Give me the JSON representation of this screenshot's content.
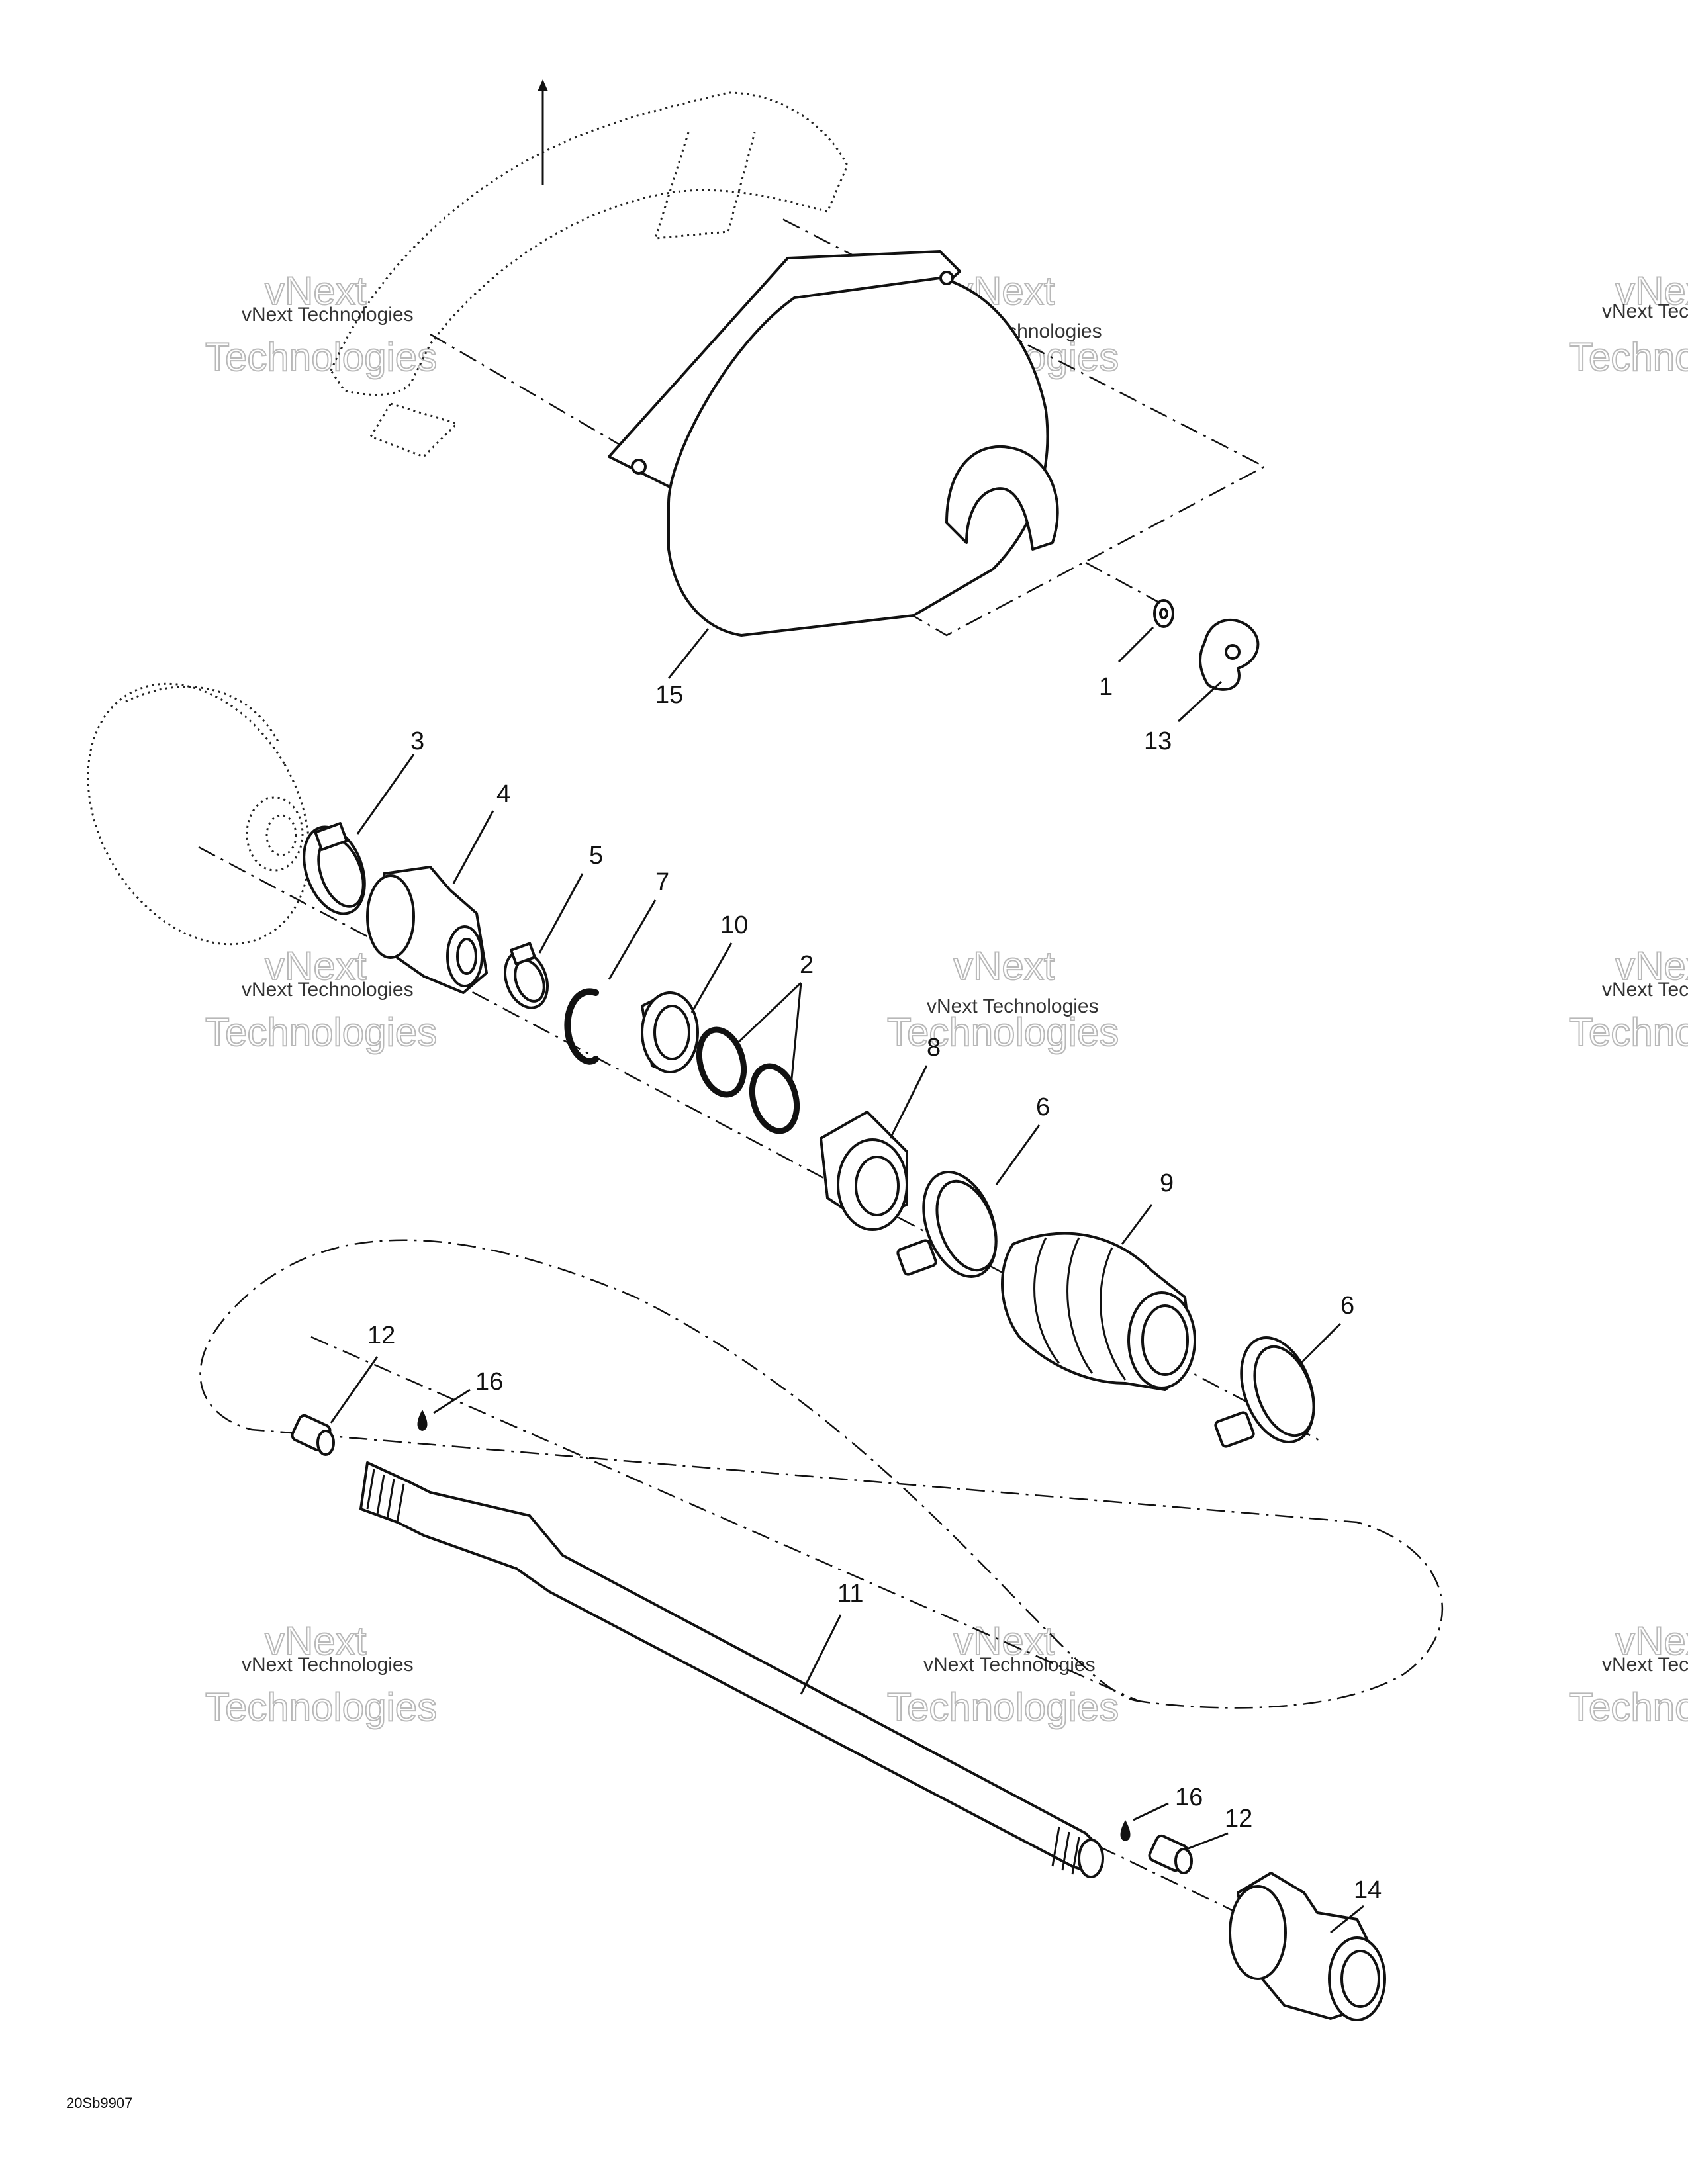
{
  "callouts": {
    "c1": "1",
    "c2": "2",
    "c3": "3",
    "c4": "4",
    "c5": "5",
    "c6a": "6",
    "c6b": "6",
    "c7": "7",
    "c8": "8",
    "c9": "9",
    "c10": "10",
    "c11": "11",
    "c12a": "12",
    "c12b": "12",
    "c13": "13",
    "c14": "14",
    "c15": "15",
    "c16a": "16",
    "c16b": "16"
  },
  "watermark": {
    "brand": "vNext Technologies",
    "line1": "vNext",
    "line2": "Technologies"
  },
  "drawing_code": "20Sb9907"
}
